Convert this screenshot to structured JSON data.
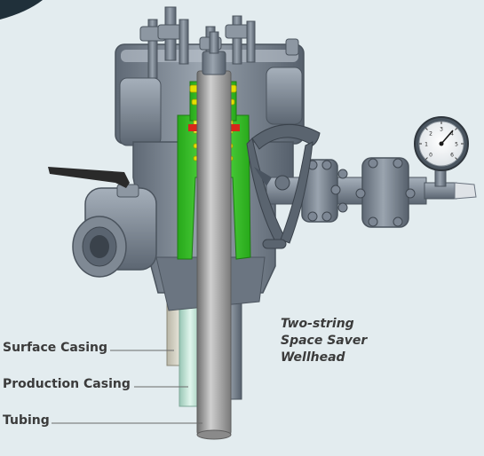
{
  "diagram": {
    "labels": {
      "surface_casing": "Surface Casing",
      "production_casing": "Production Casing",
      "tubing": "Tubing"
    },
    "caption": {
      "line1": "Two-string",
      "line2": "Space Saver",
      "line3": "Wellhead"
    },
    "gauge_ticks": [
      "0",
      "1",
      "2",
      "3",
      "4",
      "5",
      "6"
    ],
    "colors": {
      "background": "#e3ecef",
      "steel": "#7d8794",
      "steel_dark": "#5a6470",
      "steel_light": "#a9b3be",
      "seal_green": "#3ecf2e",
      "seal_yellow": "#e3e000",
      "seal_red": "#d8261a",
      "surface_casing": "#e6e3d4",
      "production_casing": "#c9e8dc",
      "tubing": "#9a9a9a",
      "handle": "#2a2a2a"
    }
  }
}
